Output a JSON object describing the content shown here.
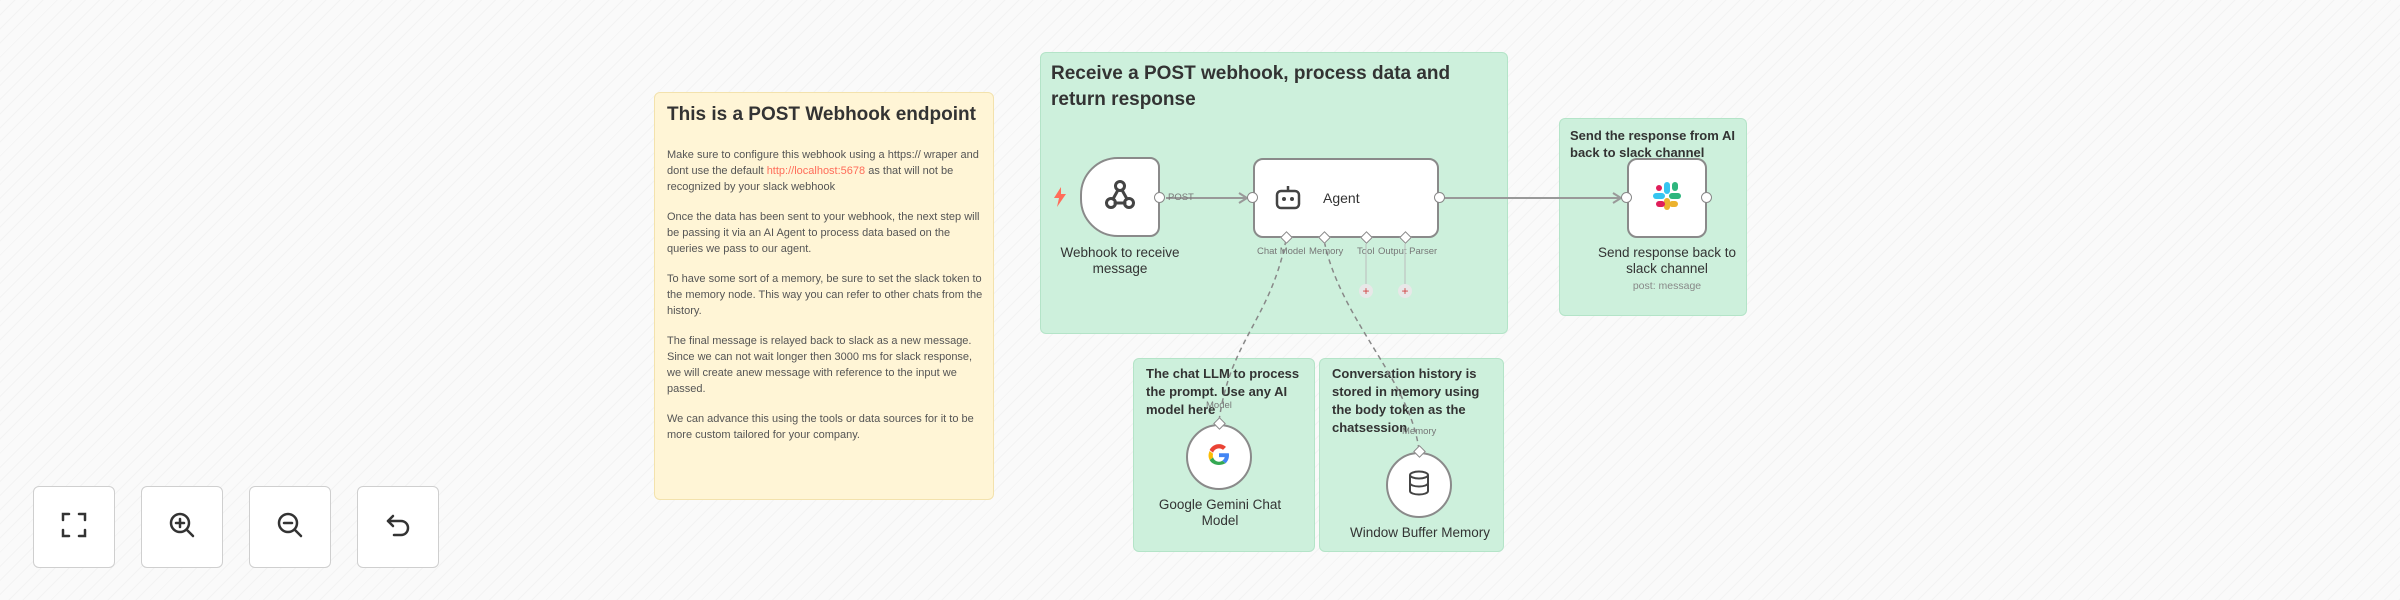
{
  "sticky_main": {
    "title": "This is a POST Webhook endpoint",
    "p1_before": "Make sure to configure this webhook using a https:// wraper and dont use the default ",
    "p1_link": "http://localhost:5678",
    "p1_after": " as that will not be recognized by your slack webhook",
    "p2": "Once the data has been sent to your webhook, the next step will be passing it via an AI Agent to process data based on the queries we pass to our agent.",
    "p3": "To have some sort of a memory, be sure to set the slack token to the memory node. This way you can refer to other chats from the history.",
    "p4": "The final message is relayed back to slack as a new message. Since we can not wait longer then 3000 ms for slack response, we will create anew message with reference to the input we passed.",
    "p5": "We can advance this using the tools or data sources for it to be more custom tailored for your company."
  },
  "sticky_flow": {
    "title": "Receive a POST webhook, process data and return response"
  },
  "sticky_slack": {
    "title": "Send the response from AI back to slack channel"
  },
  "sticky_llm": {
    "title": "The chat LLM to process the prompt. Use any AI model here"
  },
  "sticky_memory": {
    "title": "Conversation history is stored in memory using the body token as the chatsession"
  },
  "nodes": {
    "webhook": {
      "label": "Webhook to receive message",
      "output": "POST"
    },
    "agent": {
      "label": "Agent",
      "ports": {
        "chat_model": "Chat Model",
        "memory": "Memory",
        "tool": "Tool",
        "output_parser": "Output Parser"
      }
    },
    "slack": {
      "label": "Send response back to slack channel",
      "sub": "post: message"
    },
    "gemini": {
      "label": "Google Gemini Chat Model",
      "port": "Model"
    },
    "memory": {
      "label": "Window Buffer Memory",
      "port": "Memory"
    }
  },
  "colors": {
    "sticky_yellow": "#fff5d6",
    "sticky_green": "#cdf0dc",
    "trigger_bolt": "#ff6d5a",
    "link": "#ff6d5a"
  },
  "icons": {
    "webhook": "webhook-icon",
    "agent": "robot-icon",
    "slack": "slack-icon",
    "gemini": "google-g-icon",
    "memory": "database-icon",
    "fit": "fit-view-icon",
    "zoom_in": "zoom-in-icon",
    "zoom_out": "zoom-out-icon",
    "undo": "undo-icon"
  }
}
